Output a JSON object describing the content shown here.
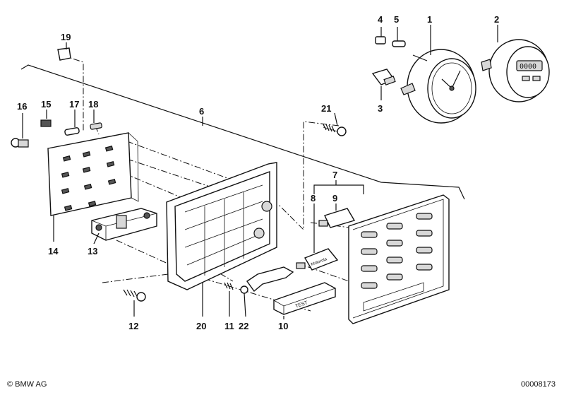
{
  "labels": {
    "p1": "1",
    "p2": "2",
    "p3": "3",
    "p4": "4",
    "p5": "5",
    "p6": "6",
    "p7": "7",
    "p8": "8",
    "p9": "9",
    "p10": "10",
    "p11": "11",
    "p12": "12",
    "p13": "13",
    "p14": "14",
    "p15": "15",
    "p16": "16",
    "p17": "17",
    "p18": "18",
    "p19": "19",
    "p20": "20",
    "p21": "21",
    "p22": "22"
  },
  "display": {
    "digital_readout": "0000",
    "test_label": "TEST",
    "bulb_label": "Motorola"
  },
  "footer": {
    "copyright": "© BMW AG",
    "diagram_number": "00008173"
  }
}
